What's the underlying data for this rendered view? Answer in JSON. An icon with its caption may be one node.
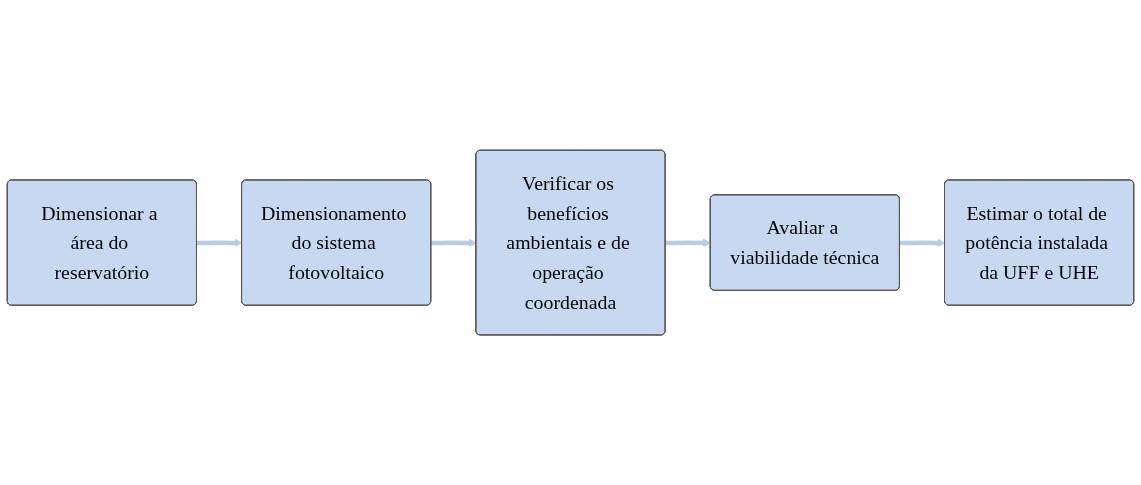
{
  "diagram": {
    "nodes": [
      {
        "text": [
          "Dimensionar a área do reservatório"
        ]
      },
      {
        "text": [
          "Dimensionamento do sistema fotovoltaico"
        ]
      },
      {
        "text": [
          "Verificar os benefícios ambientais e de operação coordenada"
        ]
      },
      {
        "text": [
          "Avaliar a viabilidade técnica"
        ]
      },
      {
        "text": [
          "Estimar o total de potência instalada da UFF e UHE"
        ]
      }
    ],
    "edges": [
      {
        "from": 0,
        "to": 1,
        "arrow": "to"
      },
      {
        "from": 1,
        "to": 2,
        "arrow": "to"
      },
      {
        "from": 2,
        "to": 3,
        "arrow": "to"
      },
      {
        "from": 3,
        "to": 4,
        "arrow": "to"
      }
    ]
  }
}
